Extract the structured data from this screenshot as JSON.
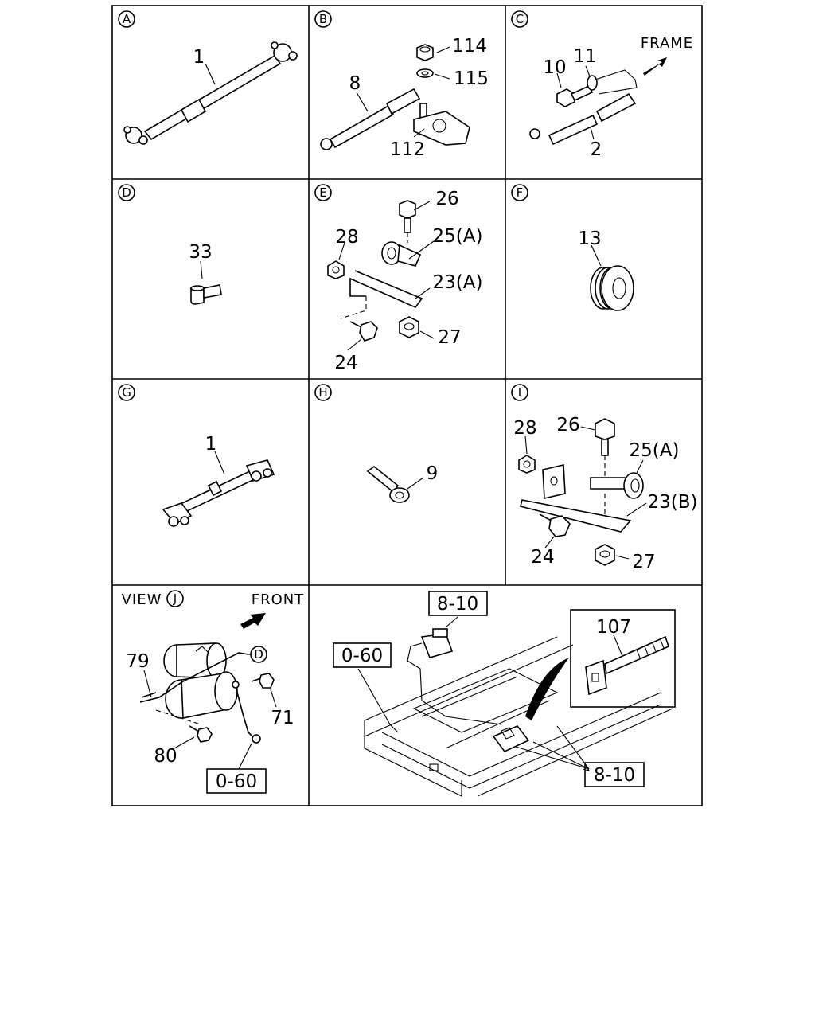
{
  "panels": {
    "A": {
      "letter": "A",
      "labels": [
        "1"
      ]
    },
    "B": {
      "letter": "B",
      "labels": [
        "114",
        "115",
        "8",
        "112"
      ]
    },
    "C": {
      "letter": "C",
      "labels": [
        "FRAME",
        "10",
        "11",
        "2"
      ]
    },
    "D": {
      "letter": "D",
      "labels": [
        "33"
      ]
    },
    "E": {
      "letter": "E",
      "labels": [
        "26",
        "28",
        "25(A)",
        "23(A)",
        "24",
        "27"
      ]
    },
    "F": {
      "letter": "F",
      "labels": [
        "13"
      ]
    },
    "G": {
      "letter": "G",
      "labels": [
        "1"
      ]
    },
    "H": {
      "letter": "H",
      "labels": [
        "9"
      ]
    },
    "I": {
      "letter": "I",
      "labels": [
        "28",
        "26",
        "25(A)",
        "23(B)",
        "24",
        "27"
      ]
    },
    "J": {
      "view_word": "VIEW",
      "letter": "J",
      "front": "FRONT",
      "ref_letter": "D",
      "labels": [
        "79",
        "71",
        "80"
      ],
      "ref_box": "0-60"
    },
    "K": {
      "ref_boxes": [
        "8-10",
        "0-60",
        "8-10"
      ],
      "inset_label": "107"
    }
  }
}
